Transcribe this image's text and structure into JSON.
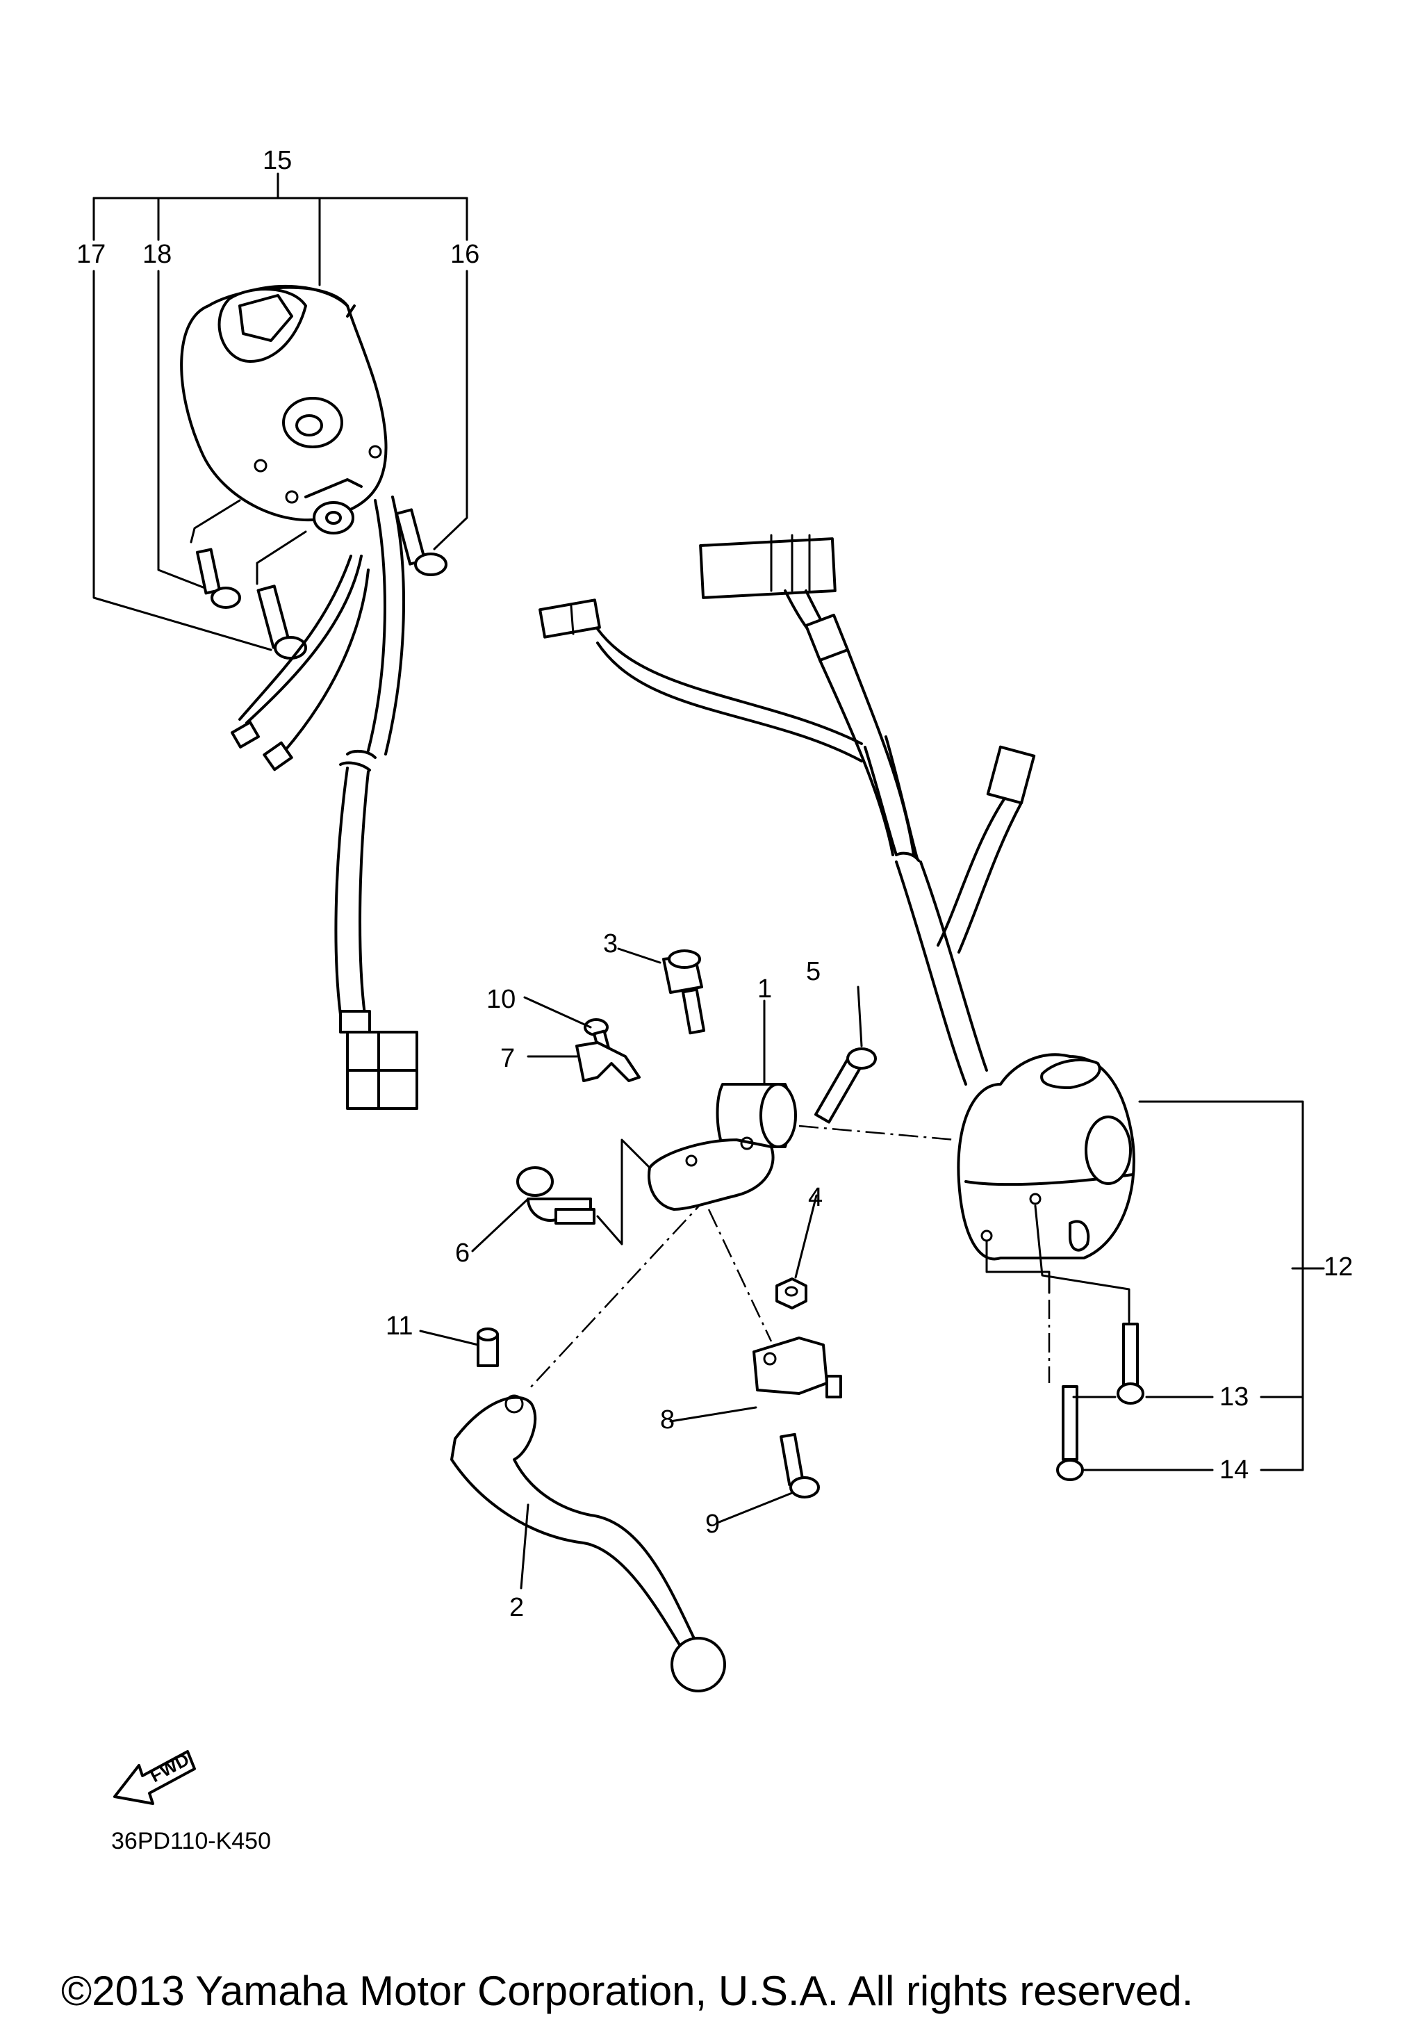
{
  "diagram_code": "36PD110-K450",
  "copyright": "©2013 Yamaha Motor Corporation, U.S.A. All rights reserved.",
  "fwd_label": "FWD",
  "callouts": {
    "c1": "1",
    "c2": "2",
    "c3": "3",
    "c4": "4",
    "c5": "5",
    "c6": "6",
    "c7": "7",
    "c8": "8",
    "c9": "9",
    "c10": "10",
    "c11": "11",
    "c12": "12",
    "c13": "13",
    "c14": "14",
    "c15": "15",
    "c16": "16",
    "c17": "17",
    "c18": "18"
  }
}
